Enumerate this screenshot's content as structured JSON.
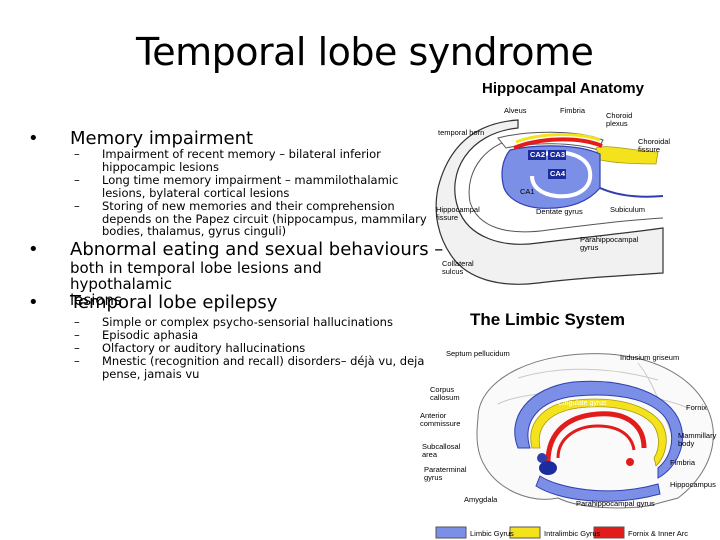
{
  "title": "Temporal lobe syndrome",
  "bullets": [
    {
      "label": "Memory impairment",
      "subs": [
        [
          "Impairment of recent memory – bilateral inferior",
          "hippocampic lesions"
        ],
        [
          "Long time memory impairment – mammilothalamic",
          "lesions, bylateral cortical lesions"
        ],
        [
          "Storing of new memories and their comprehension",
          "depends on the Papez circuit (hippocampus, mammilary",
          "bodies, thalamus, gyrus cinguli)"
        ]
      ]
    },
    {
      "label": "Abnormal eating and sexual behaviours –",
      "continuation": [
        "both in temporal lobe lesions and hypothalamic",
        "lesions"
      ]
    },
    {
      "label": "Temporal lobe epilepsy",
      "subs": [
        [
          "Simple or complex psycho-sensorial hallucinations"
        ],
        [
          "Episodic aphasia"
        ],
        [
          "Olfactory or auditory hallucinations"
        ],
        [
          "Mnestic (recognition and recall) disorders– déjà vu, deja",
          "pense, jamais vu"
        ]
      ]
    }
  ],
  "hippocampal_figure": {
    "title": "Hippocampal Anatomy",
    "labels": {
      "alveus": "Alveus",
      "fimbria": "Fimbria",
      "choroid_plexus": "Choroid plexus",
      "temporal_horn": "temporal horn",
      "choroidal_fissure": "Choroidal fissure",
      "ca2": "CA2",
      "ca3": "CA3",
      "ca4": "CA4",
      "ca1": "CA1",
      "hippocampal_fissure": "Hippocampal fissure",
      "dentate_gyrus": "Dentate gyrus",
      "subiculum": "Subiculum",
      "parahippocampal_gyrus": "Parahippocampal gyrus",
      "collateral_sulcus": "Collateral sulcus"
    }
  },
  "limbic_figure": {
    "title": "The Limbic System",
    "labels": {
      "septum_pellucidum": "Septum pellucidum",
      "indusium_griseum": "Indusium griseum",
      "corpus_callosum": "Corpus callosum",
      "cingulate_gyrus": "Cingulate gyrus",
      "fornix": "Fornix",
      "anterior_commissure": "Anterior commissure",
      "mammillary_body": "Mammillary body",
      "subcallosal_area": "Subcallosal area",
      "fimbria": "Fimbria",
      "paraterminal_gyrus": "Paraterminal gyrus",
      "hippocampus": "Hippocampus",
      "amygdala": "Amygdala",
      "parahippocampal_gyrus": "Parahippocampal gyrus"
    },
    "legend": [
      {
        "label": "Limbic Gyrus",
        "color": "#7b8fe6"
      },
      {
        "label": "Intralimbic Gyrus",
        "color": "#f4e21c"
      },
      {
        "label": "Fornix & Inner Arc",
        "color": "#e21b1b"
      }
    ]
  }
}
